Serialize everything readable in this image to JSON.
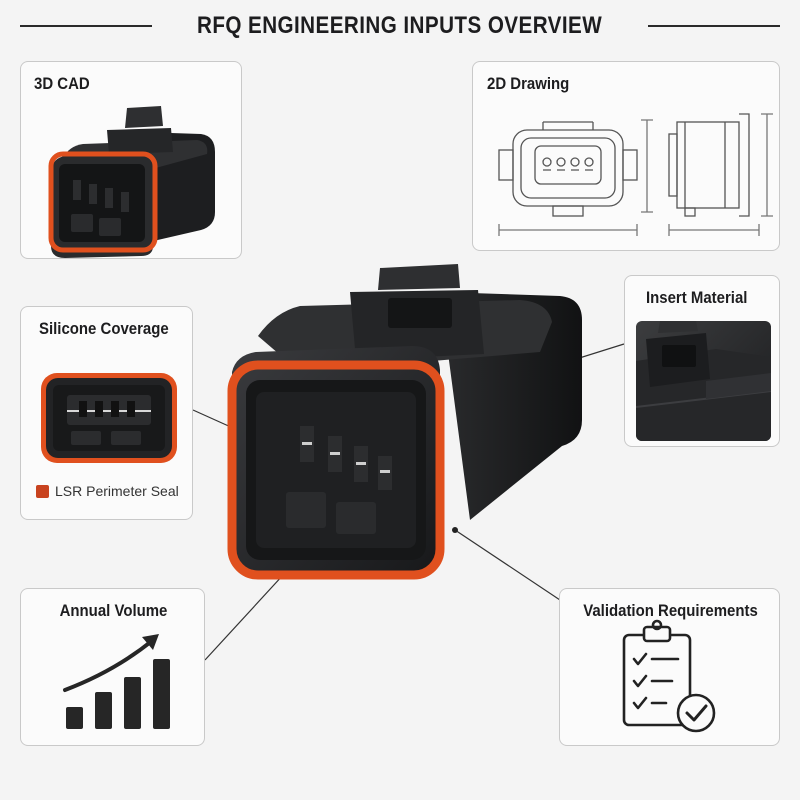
{
  "page": {
    "title": "RFQ ENGINEERING INPUTS OVERVIEW"
  },
  "cards": {
    "cad": {
      "title": "3D CAD"
    },
    "drawing": {
      "title": "2D Drawing"
    },
    "silicone": {
      "title": "Silicone Coverage",
      "legend_label": "LSR Perimeter Seal",
      "legend_color": "#c8431f"
    },
    "insert": {
      "title": "Insert Material"
    },
    "volume": {
      "title": "Annual Volume"
    },
    "validation": {
      "title": "Validation Requirements"
    }
  },
  "colors": {
    "seal_orange": "#e0501e",
    "housing_black": "#232426",
    "card_border": "#c9c9c9",
    "background": "#f4f4f4"
  },
  "icons": {
    "volume": "growth-bar-chart-icon",
    "validation": "checklist-clipboard-icon"
  }
}
